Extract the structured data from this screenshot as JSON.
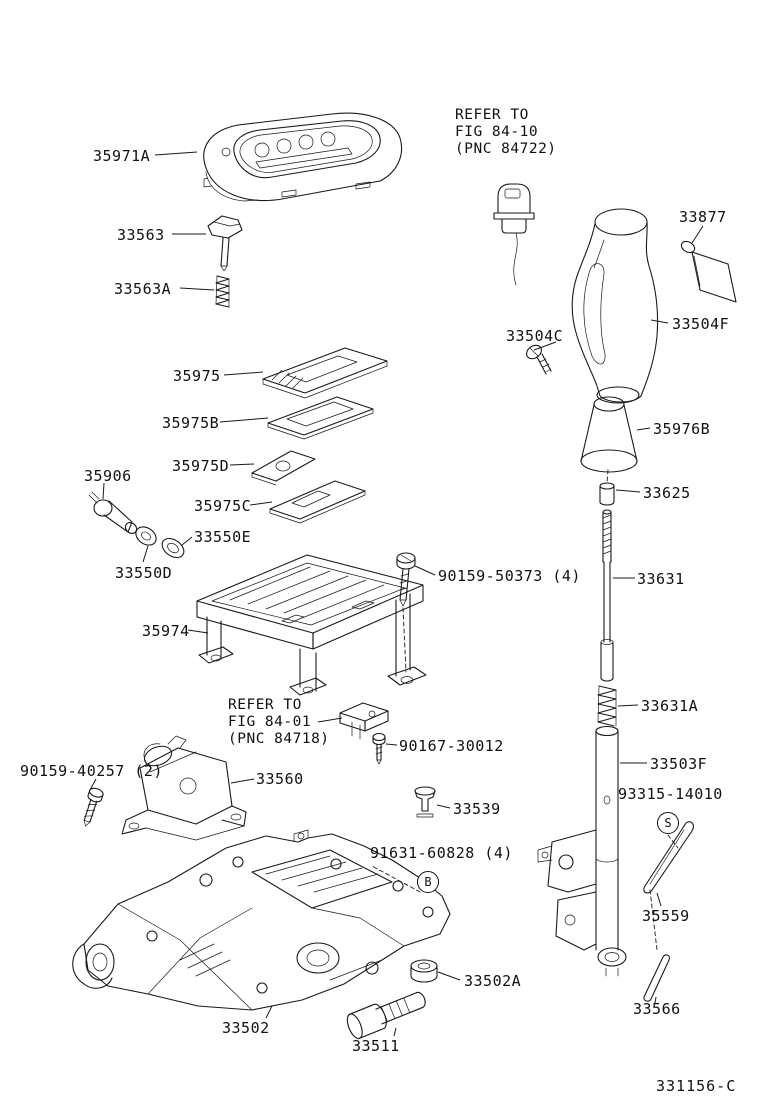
{
  "doc": {
    "number": "331156-C"
  },
  "notes": [
    {
      "line1": "REFER TO",
      "line2": "FIG 84-10",
      "line3": "(PNC 84722)"
    },
    {
      "line1": "REFER TO",
      "line2": "FIG 84-01",
      "line3": "(PNC 84718)"
    }
  ],
  "symbols": {
    "s": "S",
    "b": "B"
  },
  "labels": [
    {
      "part": "35971A",
      "text": "35971A"
    },
    {
      "part": "33563",
      "text": "33563"
    },
    {
      "part": "33563A",
      "text": "33563A"
    },
    {
      "part": "33877",
      "text": "33877"
    },
    {
      "part": "33504C",
      "text": "33504C"
    },
    {
      "part": "33504F",
      "text": "33504F"
    },
    {
      "part": "35975",
      "text": "35975"
    },
    {
      "part": "35975B",
      "text": "35975B"
    },
    {
      "part": "35975D",
      "text": "35975D"
    },
    {
      "part": "35975C",
      "text": "35975C"
    },
    {
      "part": "35976B",
      "text": "35976B"
    },
    {
      "part": "35906",
      "text": "35906"
    },
    {
      "part": "33550E",
      "text": "33550E"
    },
    {
      "part": "33550D",
      "text": "33550D"
    },
    {
      "part": "33625",
      "text": "33625"
    },
    {
      "part": "90159-50373",
      "text": "90159-50373 (4)"
    },
    {
      "part": "33631",
      "text": "33631"
    },
    {
      "part": "35974",
      "text": "35974"
    },
    {
      "part": "90167-30012",
      "text": "90167-30012"
    },
    {
      "part": "33631A",
      "text": "33631A"
    },
    {
      "part": "90159-40257",
      "text": "90159-40257 (2)"
    },
    {
      "part": "33560",
      "text": "33560"
    },
    {
      "part": "33503F",
      "text": "33503F"
    },
    {
      "part": "93315-14010",
      "text": "93315-14010"
    },
    {
      "part": "33539",
      "text": "33539"
    },
    {
      "part": "91631-60828",
      "text": "91631-60828 (4)"
    },
    {
      "part": "35559",
      "text": "35559"
    },
    {
      "part": "33502A",
      "text": "33502A"
    },
    {
      "part": "33502",
      "text": "33502"
    },
    {
      "part": "33511",
      "text": "33511"
    },
    {
      "part": "33566",
      "text": "33566"
    }
  ]
}
